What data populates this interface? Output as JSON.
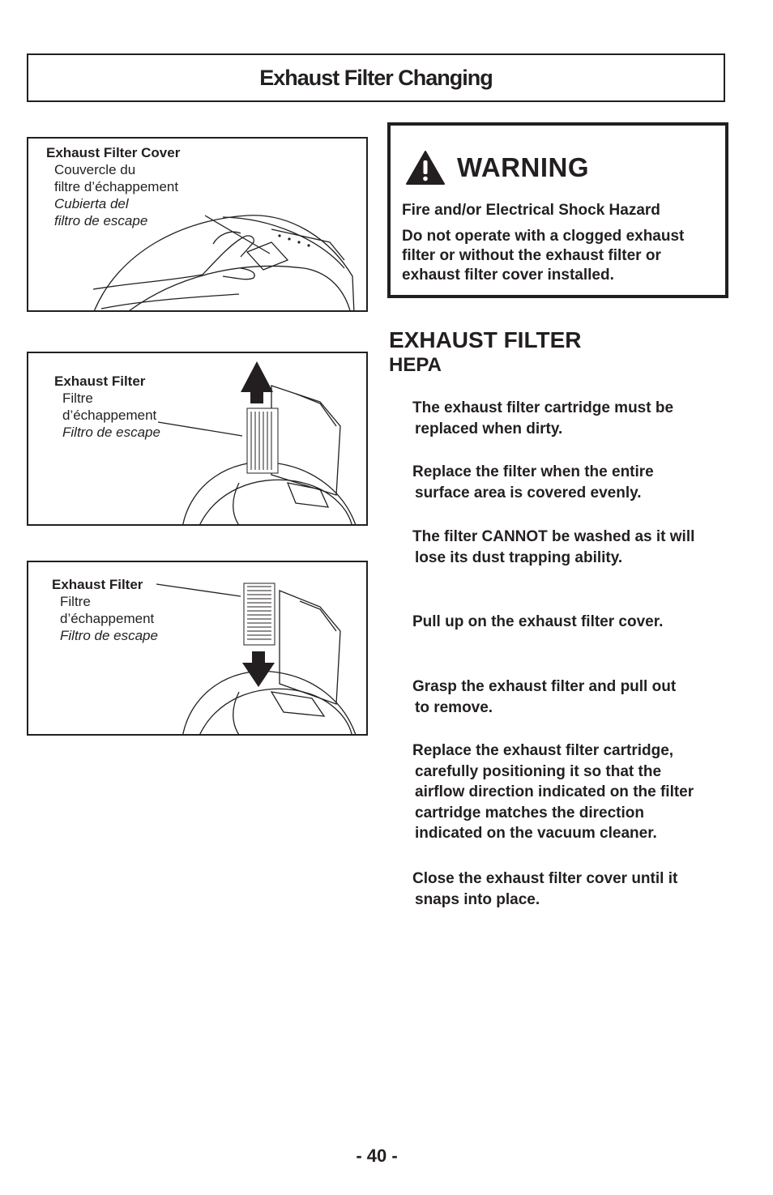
{
  "page": {
    "title": "Exhaust Filter Changing",
    "page_number": "- 40 -"
  },
  "figures": [
    {
      "label_en": "Exhaust Filter Cover",
      "label_fr_1": "Couvercle du",
      "label_fr_2": "filtre d’échappement",
      "label_es_1": "Cubierta del",
      "label_es_2": "filtro de escape"
    },
    {
      "label_en": "Exhaust Filter",
      "label_fr_1": "Filtre",
      "label_fr_2": "d’échappement",
      "label_es_1": "Filtro de escape"
    },
    {
      "label_en": "Exhaust Filter",
      "label_fr_1": "Filtre",
      "label_fr_2": "d’échappement",
      "label_es_1": "Filtro de escape"
    }
  ],
  "warning": {
    "title": "WARNING",
    "hazard": "Fire and/or Electrical Shock Hazard",
    "lines": [
      "Do not operate with a clogged exhaust",
      "filter or without the exhaust filter or",
      "exhaust filter cover installed."
    ]
  },
  "section": {
    "title": "EXHAUST FILTER",
    "subtitle": "HEPA"
  },
  "steps": [
    {
      "lines": [
        "The exhaust filter cartridge must be",
        "replaced when dirty."
      ]
    },
    {
      "lines": [
        "Replace the filter when the entire",
        "surface area is covered evenly."
      ]
    },
    {
      "lines": [
        "The filter CANNOT be washed as it will",
        "lose its dust trapping ability."
      ]
    },
    {
      "lines": [
        "Pull up on the exhaust filter cover."
      ]
    },
    {
      "lines": [
        "Grasp the exhaust filter and pull out",
        "to remove."
      ]
    },
    {
      "lines": [
        "Replace the exhaust filter cartridge,",
        "carefully positioning it so that the",
        "airflow direction indicated on the filter",
        "cartridge matches the direction",
        "indicated on the vacuum cleaner."
      ]
    },
    {
      "lines": [
        "Close the exhaust filter cover until it",
        "snaps into place."
      ]
    }
  ],
  "colors": {
    "ink": "#231f20"
  },
  "icons": {
    "warning": "warning-triangle-icon"
  }
}
